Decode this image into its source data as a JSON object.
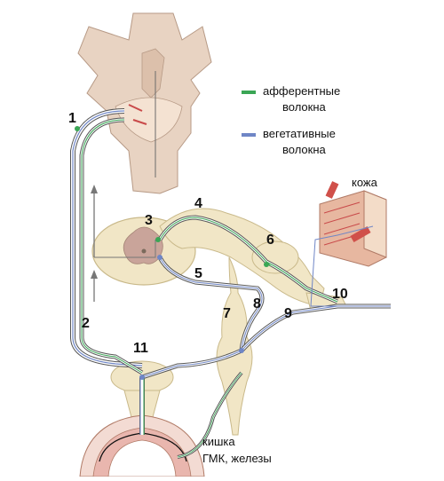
{
  "legend": {
    "afferent": {
      "line1": "афферентные",
      "line2": "волокна",
      "color": "#3aa655"
    },
    "autonomic": {
      "line1": "вегетативные",
      "line2": "волокна",
      "color": "#6f86c6"
    }
  },
  "labels": {
    "skin": "кожа",
    "gut": "кишка",
    "effectors": "ГМК, железы"
  },
  "numbers": [
    "1",
    "2",
    "3",
    "4",
    "5",
    "6",
    "7",
    "8",
    "9",
    "10",
    "11"
  ],
  "colors": {
    "tissue": "#f1e6c6",
    "tissue_edge": "#c9b98a",
    "brainstem": "#e8d3c2",
    "grey_matter": "#c9a49a",
    "fiber_outline": "#555555",
    "muscle": "#c94a4a"
  }
}
